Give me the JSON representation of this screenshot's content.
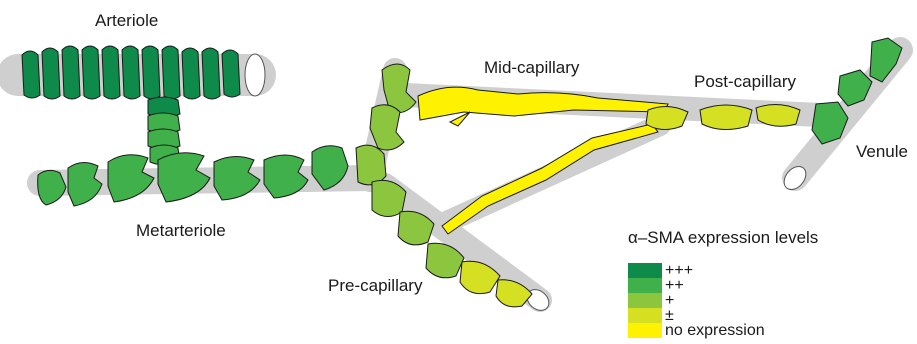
{
  "labels": {
    "arteriole": "Arteriole",
    "metarteriole": "Metarteriole",
    "mid_capillary": "Mid-capillary",
    "post_capillary": "Post-capillary",
    "venule": "Venule",
    "pre_capillary": "Pre-capillary"
  },
  "legend": {
    "title": "α–SMA expression levels",
    "items": [
      {
        "label": "+++",
        "color": "#0e8a4a"
      },
      {
        "label": "++",
        "color": "#3fb04a"
      },
      {
        "label": "+",
        "color": "#8cc63f"
      },
      {
        "label": "±",
        "color": "#d4e021"
      },
      {
        "label": "no expression",
        "color": "#fff200"
      }
    ]
  },
  "colors": {
    "vessel": "#cfcfcf",
    "outline": "#2a2a2a"
  }
}
